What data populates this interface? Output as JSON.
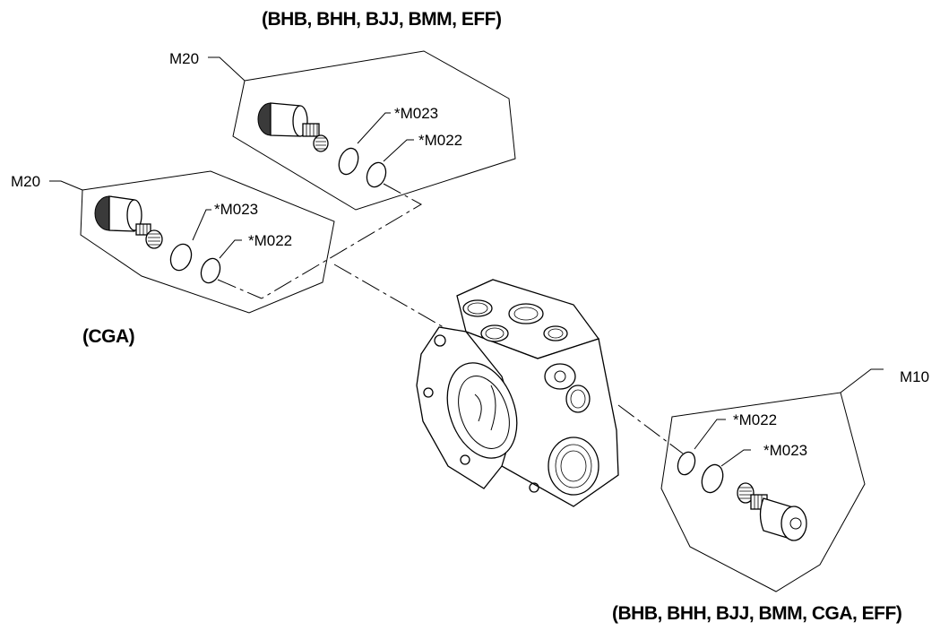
{
  "headers": {
    "top": "(BHB, BHH, BJJ, BMM, EFF)",
    "left": "(CGA)",
    "bottom": "(BHB, BHH, BJJ, BMM, CGA, EFF)"
  },
  "callouts": {
    "upper_kit": {
      "kit": "M20",
      "oring_large": "*M023",
      "oring_small": "*M022"
    },
    "lower_kit": {
      "kit": "M20",
      "oring_large": "*M023",
      "oring_small": "*M022"
    },
    "right_kit": {
      "kit": "M10",
      "oring_small": "*M022",
      "oring_large": "*M023"
    }
  }
}
